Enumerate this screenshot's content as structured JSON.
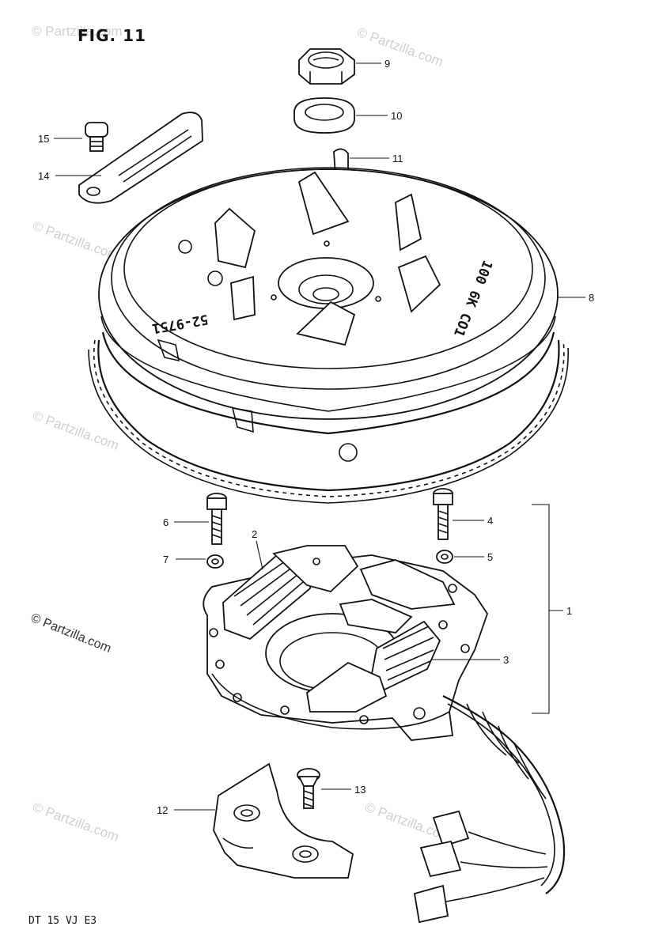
{
  "figure": {
    "title": "FIG. 11",
    "model_code": "DT 15 VJ E3"
  },
  "watermark": {
    "text": "© Partzilla.com",
    "side_text": "© Partzilla.com"
  },
  "rotor_stamps": {
    "left": "52-9751",
    "right": "100 6K CO1"
  },
  "callouts": {
    "c1": "1",
    "c2": "2",
    "c3": "3",
    "c4": "4",
    "c5": "5",
    "c6": "6",
    "c7": "7",
    "c8": "8",
    "c9": "9",
    "c10": "10",
    "c11": "11",
    "c12": "12",
    "c13": "13",
    "c14": "14",
    "c15": "15"
  },
  "colors": {
    "line": "#111111",
    "paper": "#ffffff",
    "watermark": "#cfcfcf"
  }
}
